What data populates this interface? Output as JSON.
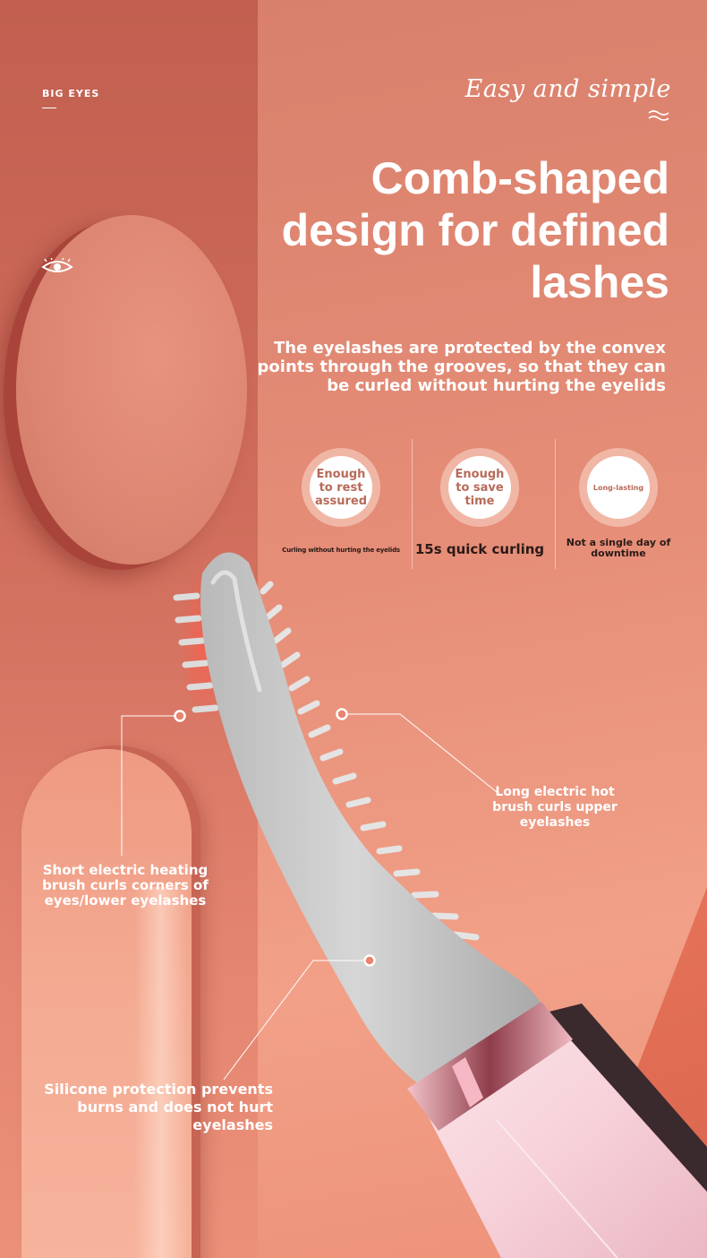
{
  "brand": "BIG EYES",
  "tagline": "Easy and simple",
  "title": "Comb-shaped design for defined lashes",
  "description": "The eyelashes are protected by the convex points through the grooves, so that they can be curled without hurting the eyelids",
  "features": [
    {
      "badge": "Enough to rest assured",
      "caption": "Curling without hurting the eyelids"
    },
    {
      "badge": "Enough to save time",
      "caption": "15s quick curling"
    },
    {
      "badge": "Long-lasting",
      "caption": "Not a single day of downtime"
    }
  ],
  "callouts": {
    "long_brush": "Long electric hot brush curls upper eyelashes",
    "short_brush": "Short electric heating brush curls corners of eyes/lower eyelashes",
    "silicone": "Silicone protection prevents burns and does not hurt eyelashes"
  },
  "colors": {
    "accent": "#ffffff",
    "badge_text": "#b86a58",
    "caption_text": "#2a1a17",
    "background": "#e38470"
  },
  "icons": [
    "eye-icon",
    "wave-icon"
  ]
}
